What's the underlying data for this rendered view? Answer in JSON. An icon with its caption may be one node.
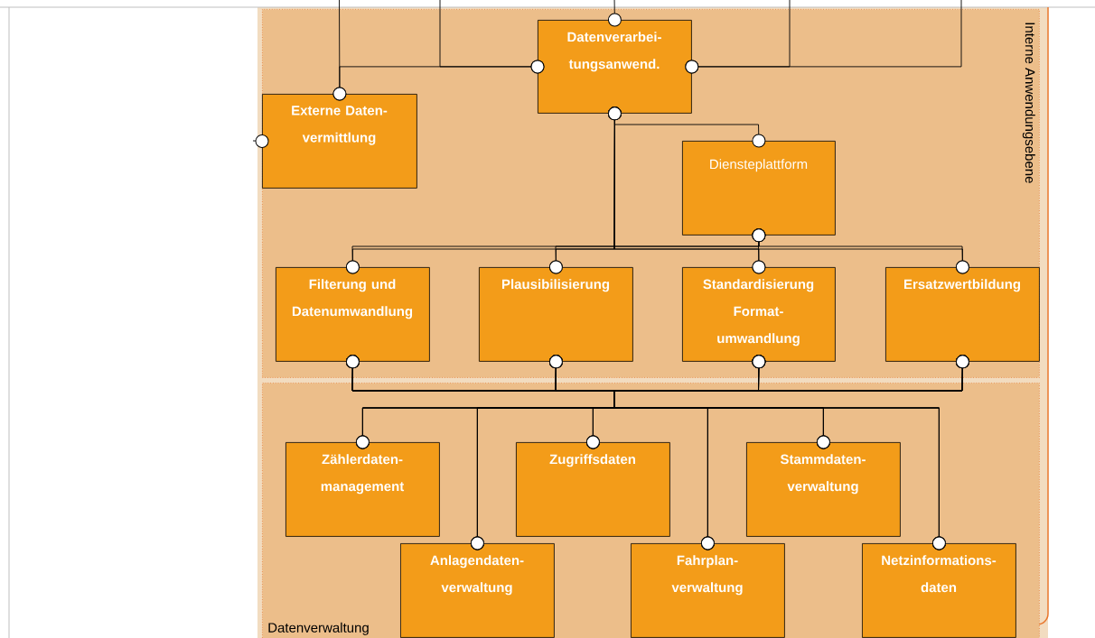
{
  "diagram": {
    "nodes": [
      {
        "text": [
          "Interne Anwendungsebene"
        ]
      },
      {
        "text": [
          "Datenverarbei- tungsanwend."
        ],
        "in": 0
      },
      {
        "text": [
          "Externe Daten- vermittlung"
        ],
        "in": 0
      },
      {
        "text": [
          "Diensteplattform"
        ],
        "in": 0
      },
      {
        "text": [
          "Filterung und Datenumwandlung"
        ],
        "in": 0
      },
      {
        "text": [
          "Plausibilisierung"
        ],
        "in": 0
      },
      {
        "text": [
          "Standardisierung Format- umwandlung"
        ],
        "in": 0
      },
      {
        "text": [
          "Ersatzwertbildung"
        ],
        "in": 0
      },
      {
        "text": [
          "Datenverwaltung"
        ]
      },
      {
        "text": [
          "Zählerdaten- management"
        ],
        "in": 8
      },
      {
        "text": [
          "Anlagendaten- verwaltung"
        ],
        "in": 8
      },
      {
        "text": [
          "Zugriffsdaten"
        ],
        "in": 8
      },
      {
        "text": [
          "Fahrplan- verwaltung"
        ],
        "in": 8
      },
      {
        "text": [
          "Stammdaten- verwaltung"
        ],
        "in": 8
      },
      {
        "text": [
          "Netzinformations- daten"
        ],
        "in": 8
      }
    ],
    "edges": [
      {
        "from": null,
        "to": 2,
        "arrow": "other"
      },
      {
        "from": 2,
        "to": 1,
        "arrow": "other"
      },
      {
        "from": null,
        "to": 1,
        "arrow": "other"
      },
      {
        "from": null,
        "to": 1,
        "arrow": "other"
      },
      {
        "from": 1,
        "to": null,
        "arrow": "other"
      },
      {
        "from": 1,
        "to": null,
        "arrow": "other"
      },
      {
        "from": null,
        "to": 2,
        "arrow": "other"
      },
      {
        "from": 1,
        "to": 3,
        "arrow": "other"
      },
      {
        "from": 1,
        "to": 4,
        "arrow": "other"
      },
      {
        "from": 1,
        "to": 5,
        "arrow": "other"
      },
      {
        "from": 1,
        "to": 6,
        "arrow": "other"
      },
      {
        "from": 1,
        "to": 7,
        "arrow": "other"
      },
      {
        "from": 3,
        "to": 4,
        "arrow": "other"
      },
      {
        "from": 3,
        "to": 5,
        "arrow": "other"
      },
      {
        "from": 3,
        "to": 6,
        "arrow": "other"
      },
      {
        "from": 3,
        "to": 7,
        "arrow": "other"
      },
      {
        "from": 4,
        "to": 9,
        "arrow": "other"
      },
      {
        "from": 4,
        "to": 10,
        "arrow": "other"
      },
      {
        "from": 4,
        "to": 11,
        "arrow": "other"
      },
      {
        "from": 4,
        "to": 12,
        "arrow": "other"
      },
      {
        "from": 4,
        "to": 13,
        "arrow": "other"
      },
      {
        "from": 4,
        "to": 14,
        "arrow": "other"
      },
      {
        "from": 5,
        "to": 9,
        "arrow": "other"
      },
      {
        "from": 5,
        "to": 10,
        "arrow": "other"
      },
      {
        "from": 5,
        "to": 11,
        "arrow": "other"
      },
      {
        "from": 5,
        "to": 12,
        "arrow": "other"
      },
      {
        "from": 5,
        "to": 13,
        "arrow": "other"
      },
      {
        "from": 5,
        "to": 14,
        "arrow": "other"
      },
      {
        "from": 6,
        "to": 9,
        "arrow": "other"
      },
      {
        "from": 6,
        "to": 10,
        "arrow": "other"
      },
      {
        "from": 6,
        "to": 11,
        "arrow": "other"
      },
      {
        "from": 6,
        "to": 12,
        "arrow": "other"
      },
      {
        "from": 6,
        "to": 13,
        "arrow": "other"
      },
      {
        "from": 6,
        "to": 14,
        "arrow": "other"
      },
      {
        "from": 7,
        "to": 9,
        "arrow": "other"
      },
      {
        "from": 7,
        "to": 10,
        "arrow": "other"
      },
      {
        "from": 7,
        "to": 11,
        "arrow": "other"
      },
      {
        "from": 7,
        "to": 12,
        "arrow": "other"
      },
      {
        "from": 7,
        "to": 13,
        "arrow": "other"
      },
      {
        "from": 7,
        "to": 14,
        "arrow": "other"
      }
    ]
  }
}
